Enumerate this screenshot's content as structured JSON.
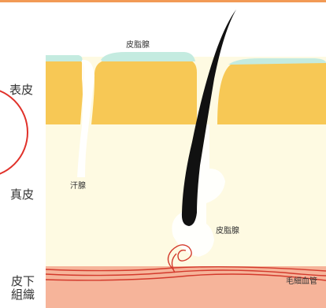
{
  "diagram": {
    "layers": {
      "epidermis": "表皮",
      "dermis": "真皮",
      "subcutis": "皮下組織"
    },
    "annotations": {
      "sebaceous_top": "皮脂腺",
      "sweat_gland": "汗腺",
      "sebaceous_bottom": "皮脂腺",
      "capillary": "毛細血管"
    },
    "colors": {
      "frame_accent": "#f29a55",
      "epidermis": "#f7c855",
      "dermis": "#fefae2",
      "subcutis": "#f6b49a",
      "sebum_film": "#c4ebe0",
      "hair": "#111111",
      "vessel": "#d33a2c",
      "callout_circle": "#e0312a"
    }
  }
}
